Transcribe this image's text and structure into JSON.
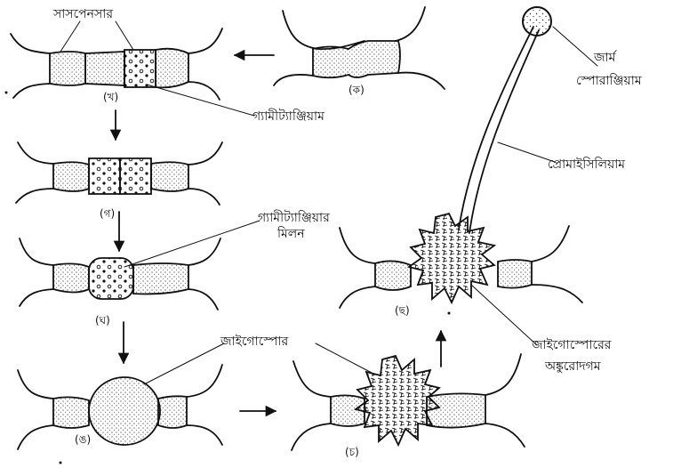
{
  "labels": {
    "suspensor": "সাসপেনসার",
    "gametangium": "গ্যামীট্যাঞ্জিয়াম",
    "gametangium_fusion_1": "গ্যামীট্যাঞ্জিয়ার",
    "gametangium_fusion_2": "মিলন",
    "zygospore": "জাইগোস্পোর",
    "germ_sporangium_1": "জার্ম",
    "germ_sporangium_2": "স্পোরাঞ্জিয়াম",
    "promycelium": "প্রোমাইসিলিয়াম",
    "zygospore_germination_1": "জাইগোস্পোরের",
    "zygospore_germination_2": "অঙ্কুরোদগম"
  },
  "stages": {
    "ka": "(ক)",
    "kha": "(খ)",
    "ga": "(গ)",
    "gha": "(ঘ)",
    "uma": "(ঙ)",
    "cha": "(চ)",
    "chha": "(ছ)"
  },
  "colors": {
    "ink": "#111111",
    "paper": "#ffffff"
  }
}
